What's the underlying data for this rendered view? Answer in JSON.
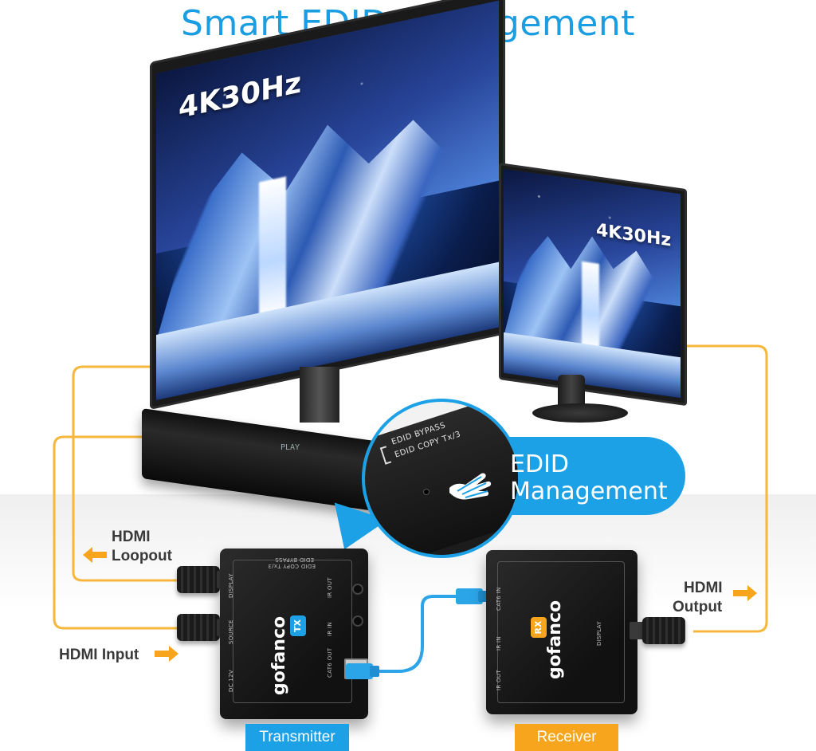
{
  "headline": "Smart EDID Management",
  "monitor_main": {
    "resolution": "4K30Hz"
  },
  "monitor_secondary": {
    "resolution": "4K30Hz"
  },
  "player": {
    "display_text": "PLAY"
  },
  "callout": {
    "switch_labels": [
      "EDID BYPASS",
      "EDID COPY Tx/3"
    ],
    "title_line1": "EDID",
    "title_line2": "Management",
    "icon": "finger-pointing-icon"
  },
  "transmitter": {
    "brand": "gofanco",
    "badge": "TX",
    "switch_labels": [
      "EDID BYPASS",
      "EDID COPY Tx/3"
    ],
    "ports": [
      "DISPLAY",
      "SOURCE",
      "DC 12V",
      "IR OUT",
      "IR IN",
      "CAT6 OUT"
    ],
    "tag": "Transmitter"
  },
  "receiver": {
    "brand": "gofanco",
    "badge": "RX",
    "ports": [
      "CAT6 IN",
      "IR IN",
      "IR OUT",
      "DISPLAY"
    ],
    "tag": "Receiver"
  },
  "labels": {
    "loopout_line1": "HDMI",
    "loopout_line2": "Loopout",
    "input": "HDMI Input",
    "output_line1": "HDMI",
    "output_line2": "Output"
  },
  "colors": {
    "accent_blue": "#1da1e6",
    "accent_orange": "#f6a51c",
    "cable_orange": "#f6b73c",
    "cable_blue": "#2ba5e8"
  }
}
